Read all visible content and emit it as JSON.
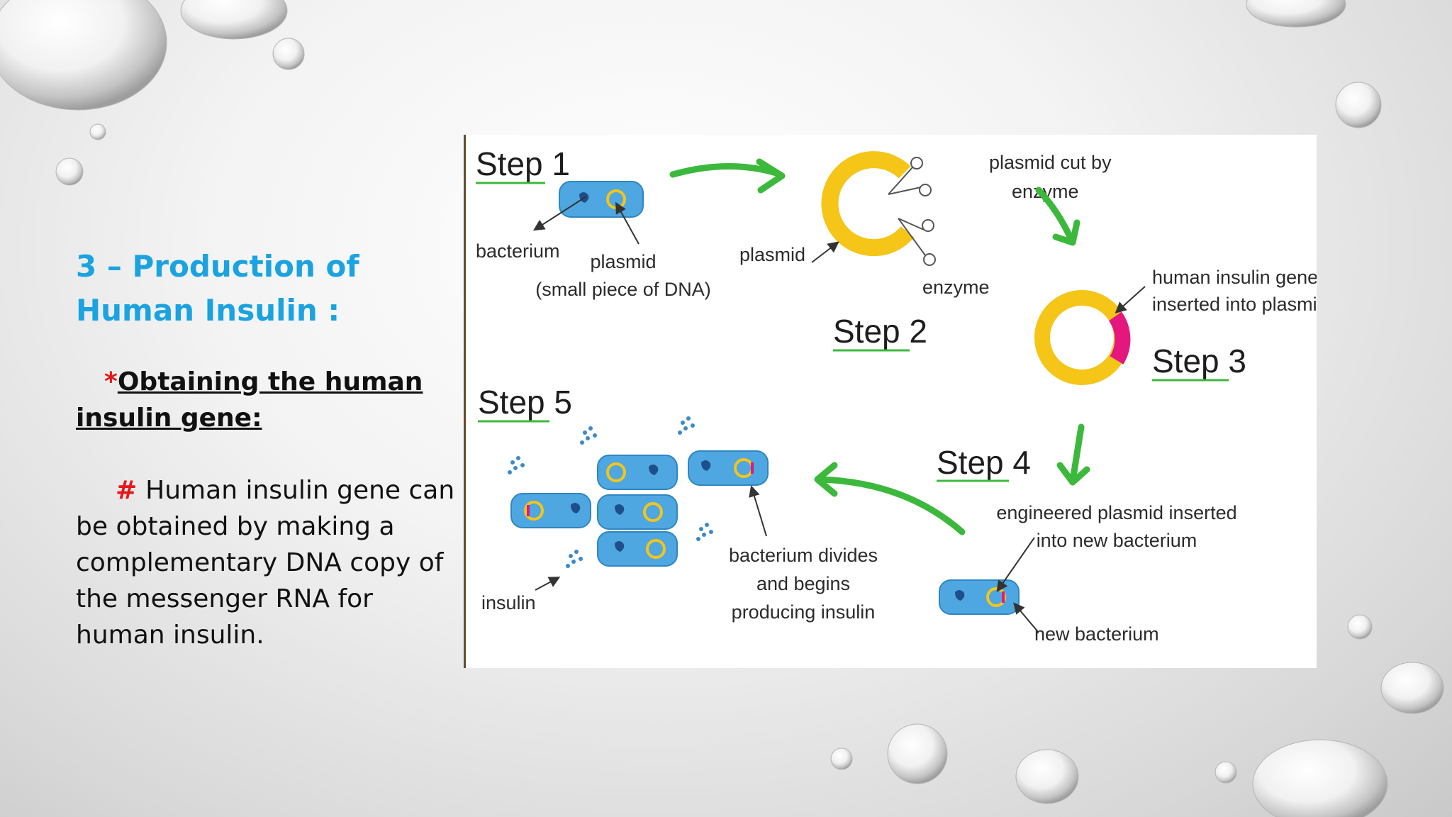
{
  "slide": {
    "heading": "3 – Production of Human Insulin :",
    "subheading_star": "*",
    "subheading": "Obtaining the human insulin gene:",
    "body_hash": "#",
    "body": "Human insulin gene can be obtained by making a complementary DNA copy of the messenger RNA for human insulin."
  },
  "diagram": {
    "step1": "Step 1",
    "step2": "Step 2",
    "step3": "Step 3",
    "step4": "Step 4",
    "step5": "Step 5",
    "bacterium": "bacterium",
    "plasmid_a": "plasmid",
    "plasmid_b": "(small piece of DNA)",
    "plasmid2": "plasmid",
    "cut_a": "plasmid cut by",
    "cut_b": "enzyme",
    "enzyme": "enzyme",
    "gene_a": "human insulin gene is",
    "gene_b": "inserted into plasmid",
    "engineered_a": "engineered plasmid inserted",
    "engineered_b": "into new bacterium",
    "new_bacterium": "new bacterium",
    "divides_a": "bacterium divides",
    "divides_b": "and begins",
    "divides_c": "producing insulin",
    "insulin": "insulin"
  },
  "colors": {
    "heading": "#1aa3e0",
    "accent_red": "#e5171b",
    "arrow_green": "#3cb93c",
    "plasmid_yellow": "#f5c518",
    "gene_pink": "#e4177f",
    "bacterium_blue": "#4ea7e0"
  }
}
